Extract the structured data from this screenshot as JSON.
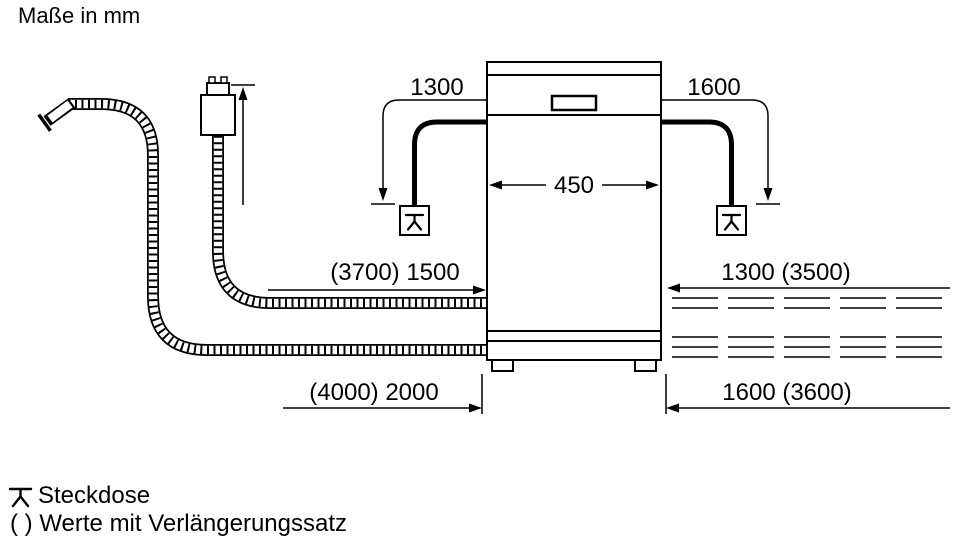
{
  "title": "Maße in mm",
  "labels": {
    "cable_left": "1300",
    "cable_right": "1600",
    "width": "450",
    "drain_row_left": "(3700) 1500",
    "drain_row_right": "1300 (3500)",
    "bottom_left": "(4000) 2000",
    "bottom_right": "1600 (3600)"
  },
  "legend": {
    "socket": "Steckdose",
    "note": "( ) Werte mit Verlängerungssatz"
  },
  "colors": {
    "line": "#000000",
    "background": "#ffffff"
  }
}
